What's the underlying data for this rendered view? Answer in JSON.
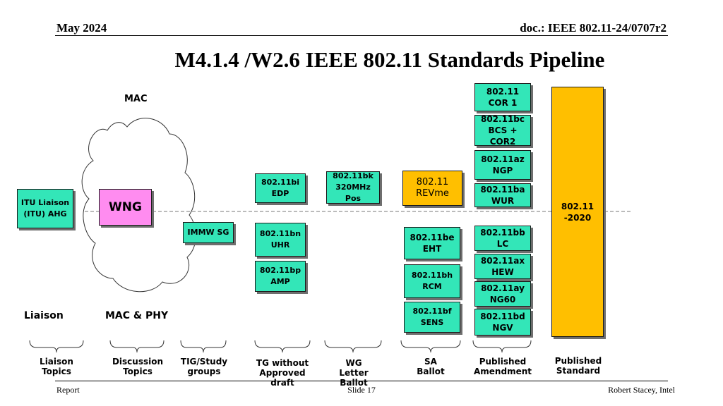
{
  "header": {
    "date": "May 2024",
    "doc": "doc.: IEEE 802.11-24/0707r2"
  },
  "title": "M4.1.4 /W2.6 IEEE 802.11 Standards Pipeline",
  "labels": {
    "mac": "MAC",
    "liaison": "Liaison",
    "mac_phy": "MAC & PHY"
  },
  "boxes": {
    "itu": "ITU Liaison\n(ITU) AHG",
    "wng": "WNG",
    "immw": "IMMW SG",
    "bi": "802.11bi\nEDP",
    "bn": "802.11bn\nUHR",
    "bp": "802.11bp\nAMP",
    "bk": "802.11bk\n320MHz Pos",
    "revme": "802.11\nREVme",
    "be": "802.11be\nEHT",
    "bh": "802.11bh\nRCM",
    "bf": "802.11bf\nSENS",
    "cor1": "802.11\nCOR 1",
    "bc": "802.11bc\nBCS + COR2",
    "az": "802.11az\nNGP",
    "ba": "802.11ba\nWUR",
    "bb": "802.11bb\nLC",
    "ax": "802.11ax\nHEW",
    "ay": "802.11ay\nNG60",
    "bd": "802.11bd\nNGV",
    "std2020": "802.11\n-2020"
  },
  "categories": {
    "liaison": "Liaison\nTopics",
    "discussion": "Discussion\nTopics",
    "tig": "TIG/Study\ngroups",
    "tg": "TG without\nApproved draft",
    "wg": "WG\nLetter Ballot",
    "sa": "SA\nBallot",
    "amend": "Published\nAmendment",
    "std": "Published\nStandard"
  },
  "footer": {
    "left": "Report",
    "center": "Slide 17",
    "right": "Robert Stacey, Intel"
  },
  "colors": {
    "box": "#33e6b8",
    "orange": "#ffbf00",
    "pink": "#ff8cf0"
  }
}
